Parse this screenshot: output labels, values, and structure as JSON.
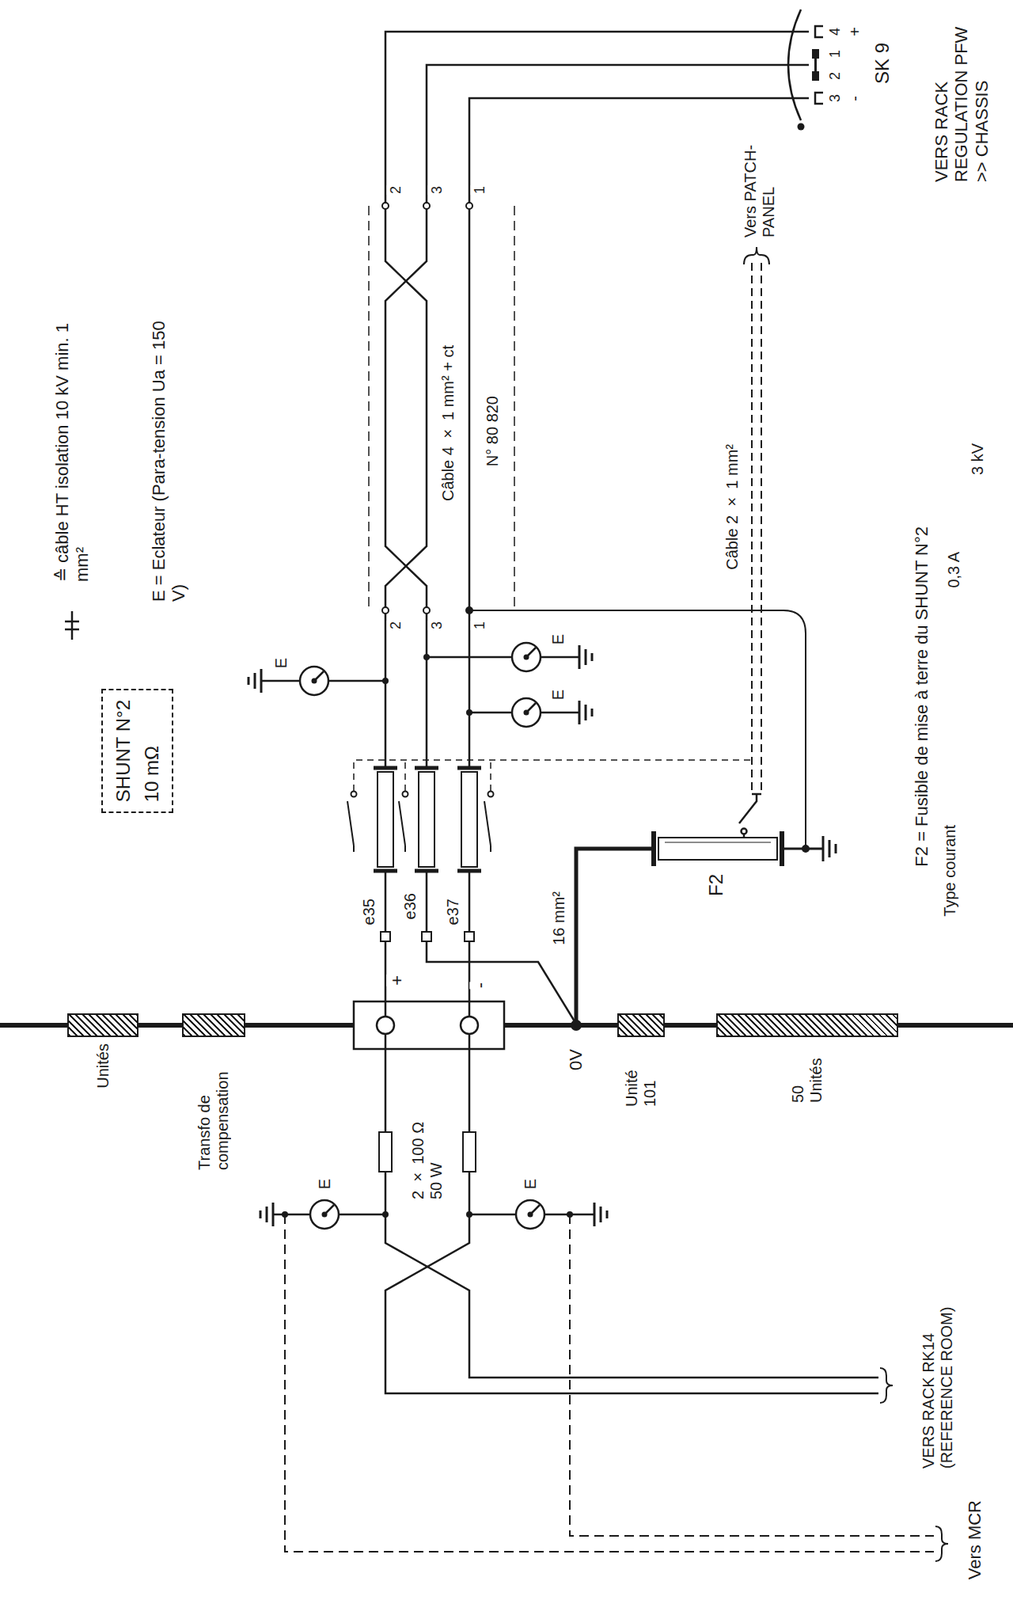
{
  "diagram": {
    "nodes": [
      {
        "text": [
          "SHUNT N°2",
          "10 mΩ"
        ]
      },
      {
        "text": [
          "Unités"
        ]
      },
      {
        "text": [
          "Transfo de compensation"
        ]
      },
      {
        "text": [
          "Unité 101"
        ]
      },
      {
        "text": [
          "50 Unités"
        ]
      }
    ],
    "edges": [
      {
        "from": 1,
        "to": 2,
        "arrow": "none"
      },
      {
        "from": 3,
        "to": 4,
        "arrow": "none"
      }
    ],
    "labels": [
      "≙ câble HT isolation 10 kV min. 1 mm²",
      "E = Eclateur (Para-tension Ua = 150 V)",
      "Câble 4 × 1 mm² + ct",
      "N° 80 820",
      "2",
      "3",
      "1",
      "2",
      "3",
      "1",
      "SK 9",
      "VERS RACK REGULATION PFW >> CHASSIS",
      "4",
      "1",
      "2",
      "3",
      "+",
      "-",
      "Vers PATCH-PANEL",
      "Câble 2 × 1 mm²",
      "F2 = Fusible de mise à terre du SHUNT N°2",
      "Type courant",
      "0,3 A",
      "3 kV",
      "E",
      "E",
      "E",
      "e35",
      "e36",
      "e37",
      "+",
      "-",
      "16 mm²",
      "F2",
      "0V",
      "2 × 100 Ω 50 W",
      "E",
      "E",
      "VERS RACK RK14 (REFERENCE ROOM)",
      "Vers MCR"
    ]
  }
}
